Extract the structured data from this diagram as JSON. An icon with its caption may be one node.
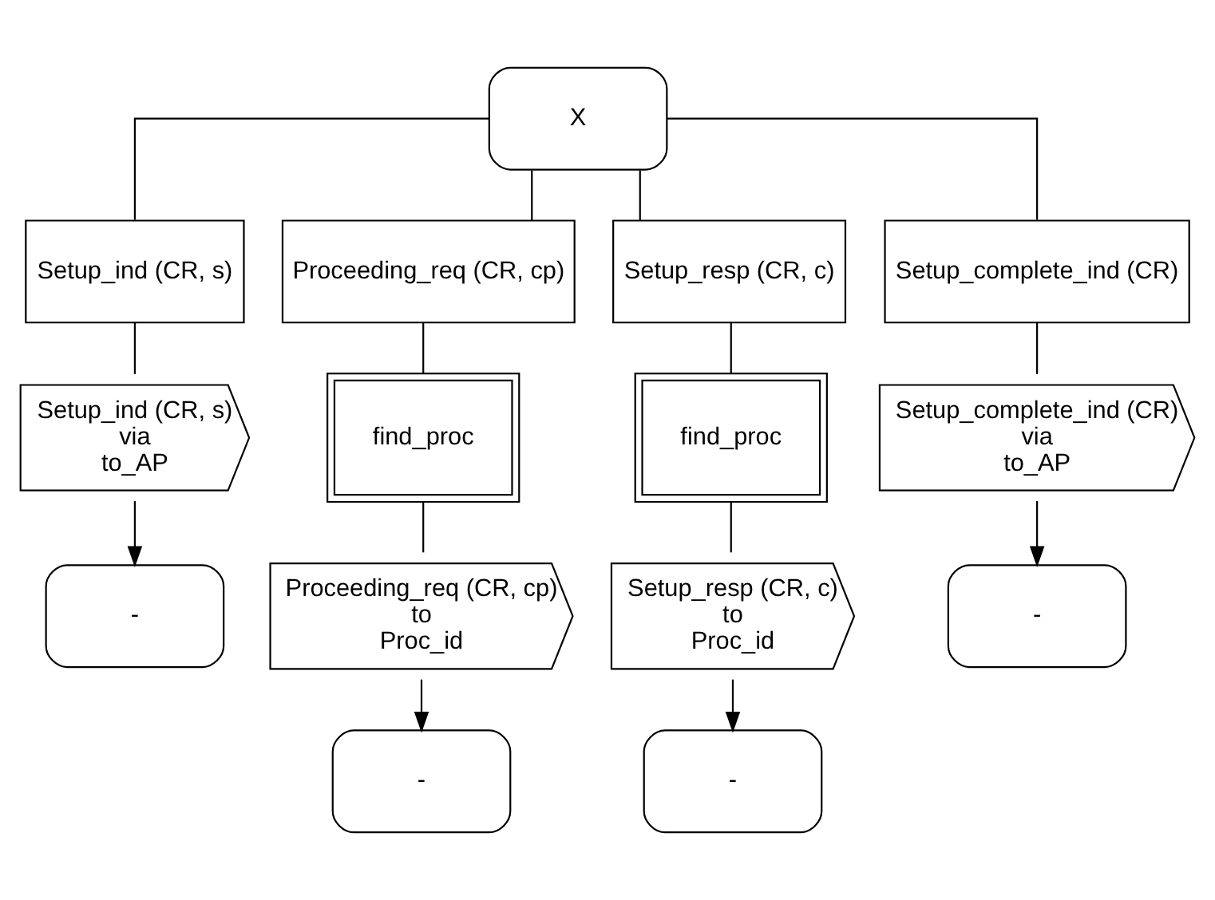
{
  "diagram": {
    "nodes": [
      {
        "text": [
          "X"
        ]
      },
      {
        "text": [
          "Setup_ind (CR, s)"
        ]
      },
      {
        "text": [
          "Proceeding_req (CR, cp)"
        ]
      },
      {
        "text": [
          "Setup_resp (CR, c)"
        ]
      },
      {
        "text": [
          "Setup_complete_ind (CR)"
        ]
      },
      {
        "text": [
          "Setup_ind (CR, s)",
          "via",
          "to_AP"
        ]
      },
      {
        "text": [
          "find_proc"
        ]
      },
      {
        "text": [
          "find_proc"
        ]
      },
      {
        "text": [
          "Setup_complete_ind (CR)",
          "via",
          "to_AP"
        ]
      },
      {
        "text": [
          "-"
        ]
      },
      {
        "text": [
          "Proceeding_req (CR, cp)",
          "to",
          "Proc_id"
        ]
      },
      {
        "text": [
          "Setup_resp (CR, c)",
          "to",
          "Proc_id"
        ]
      },
      {
        "text": [
          "-"
        ]
      },
      {
        "text": [
          "-"
        ]
      },
      {
        "text": [
          "-"
        ]
      }
    ],
    "edges": [
      {
        "from": 0,
        "to": 1,
        "arrow": "none"
      },
      {
        "from": 0,
        "to": 2,
        "arrow": "none"
      },
      {
        "from": 0,
        "to": 3,
        "arrow": "none"
      },
      {
        "from": 0,
        "to": 4,
        "arrow": "none"
      },
      {
        "from": 1,
        "to": 5,
        "arrow": "none"
      },
      {
        "from": 2,
        "to": 6,
        "arrow": "none"
      },
      {
        "from": 3,
        "to": 7,
        "arrow": "none"
      },
      {
        "from": 4,
        "to": 8,
        "arrow": "none"
      },
      {
        "from": 5,
        "to": 9,
        "arrow": "to"
      },
      {
        "from": 6,
        "to": 10,
        "arrow": "none"
      },
      {
        "from": 7,
        "to": 11,
        "arrow": "none"
      },
      {
        "from": 8,
        "to": 12,
        "arrow": "to"
      },
      {
        "from": 10,
        "to": 13,
        "arrow": "to"
      },
      {
        "from": 11,
        "to": 14,
        "arrow": "to"
      }
    ]
  }
}
